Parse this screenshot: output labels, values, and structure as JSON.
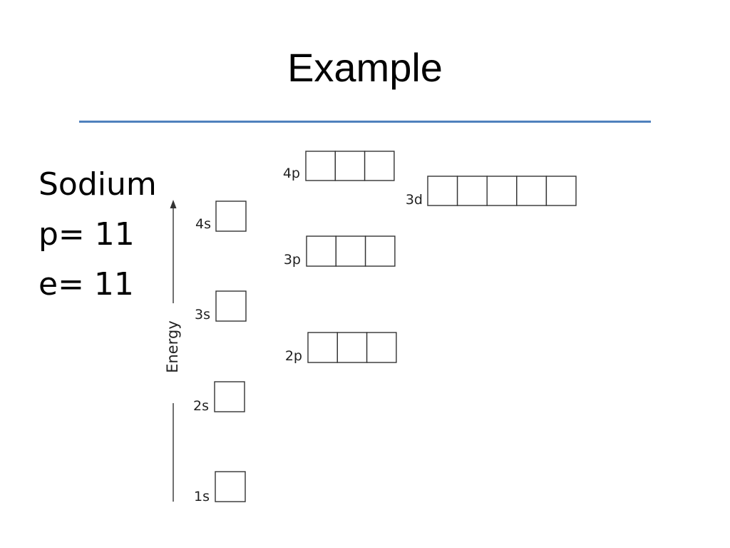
{
  "slide": {
    "title": "Example"
  },
  "element": {
    "name": "Sodium",
    "protons": "p= 11",
    "electrons": "e= 11"
  },
  "diagram": {
    "axis_label": "Energy",
    "orbitals": [
      {
        "label": "1s",
        "boxes": 1
      },
      {
        "label": "2s",
        "boxes": 1
      },
      {
        "label": "2p",
        "boxes": 3
      },
      {
        "label": "3s",
        "boxes": 1
      },
      {
        "label": "3p",
        "boxes": 3
      },
      {
        "label": "4s",
        "boxes": 1
      },
      {
        "label": "3d",
        "boxes": 5
      },
      {
        "label": "4p",
        "boxes": 3
      }
    ]
  }
}
